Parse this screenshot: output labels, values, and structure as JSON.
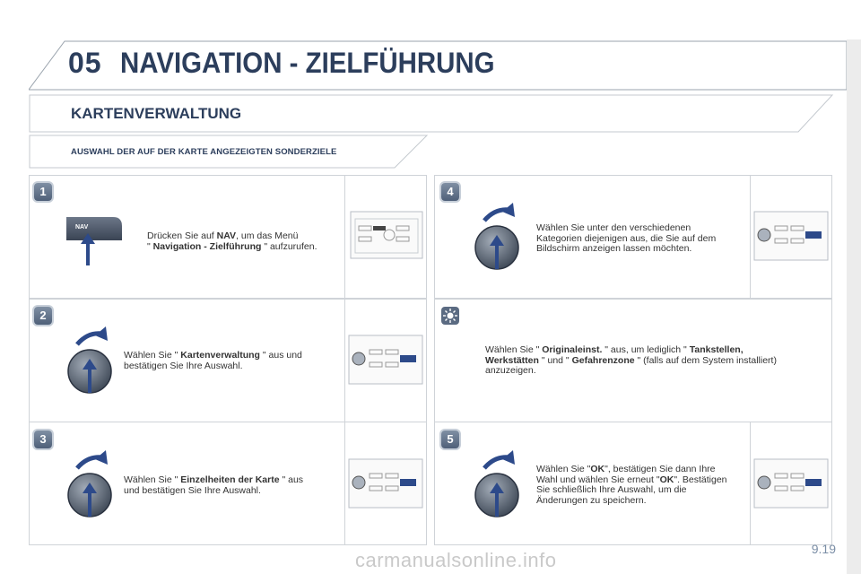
{
  "header": {
    "chapter_number": "05",
    "chapter_title": "NAVIGATION - ZIELFÜHRUNG"
  },
  "section": {
    "title": "KARTENVERWALTUNG"
  },
  "subsection": {
    "title": "AUSWAHL DER AUF DER KARTE ANGEZEIGTEN SONDERZIELE"
  },
  "steps": [
    {
      "badge": "1",
      "nav_button_label": "NAV",
      "t1": "Drücken Sie auf ",
      "b1": "NAV",
      "t2": ", um das Menü",
      "t3": "\" ",
      "b2": "Navigation - Zielführung",
      "t4": " \" aufzurufen."
    },
    {
      "badge": "2",
      "t1": "Wählen Sie \" ",
      "b1": "Kartenverwaltung",
      "t2": " \" aus und",
      "t3": "bestätigen Sie Ihre Auswahl."
    },
    {
      "badge": "3",
      "t1": "Wählen Sie \" ",
      "b1": "Einzelheiten der Karte",
      "t2": " \" aus",
      "t3": "und bestätigen Sie Ihre Auswahl."
    },
    {
      "badge": "4",
      "line1": "Wählen Sie unter den verschiedenen",
      "line2": "Kategorien diejenigen aus, die Sie auf dem",
      "line3": "Bildschirm anzeigen lassen möchten."
    },
    {
      "t1": "Wählen Sie \" ",
      "b1": "Originaleinst.",
      "t2": " \" aus, um lediglich \" ",
      "b2": "Tankstellen,",
      "b3": "Werkstätten",
      "t3": " \" und \" ",
      "b4": "Gefahrenzone",
      "t4": " \" (falls auf dem System installiert)",
      "t5": "anzuzeigen."
    },
    {
      "badge": "5",
      "t1": "Wählen Sie \"",
      "b1": "OK",
      "t2": "\", bestätigen Sie dann Ihre",
      "t3": "Wahl und wählen Sie erneut \"",
      "b2": "OK",
      "t4": "\". Bestätigen",
      "t5": "Sie schließlich Ihre Auswahl, um die",
      "t6": "Änderungen zu speichern."
    }
  ],
  "page_number": "9.19",
  "watermark": "carmanualsonline.info",
  "colors": {
    "title": "#2c3e5c",
    "badge": "#5b6b82",
    "arrow": "#2d4a8a",
    "border": "#cfd3d8"
  }
}
